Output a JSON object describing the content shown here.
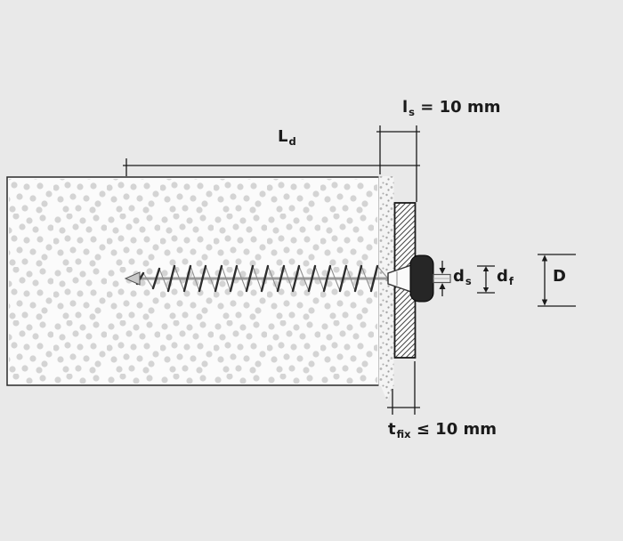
{
  "labels": {
    "ld": {
      "main": "L",
      "sub": "d",
      "suffix": ""
    },
    "ls": {
      "main": "l",
      "sub": "s",
      "suffix": " = 10 mm"
    },
    "ds": {
      "main": "d",
      "sub": "s",
      "suffix": ""
    },
    "df": {
      "main": "d",
      "sub": "f",
      "suffix": ""
    },
    "dia": {
      "main": "D",
      "sub": "",
      "suffix": ""
    },
    "tfix": {
      "main": "t",
      "sub": "fix",
      "suffix": " ≤ 10 mm"
    }
  },
  "colors": {
    "background": "#e9e9e9",
    "line": "#1a1a1a",
    "insulation_fill": "#fbfbfb",
    "insulation_dot": "#d4d4d4",
    "hatch_line": "#4a4a4a",
    "washer": "#262626"
  }
}
